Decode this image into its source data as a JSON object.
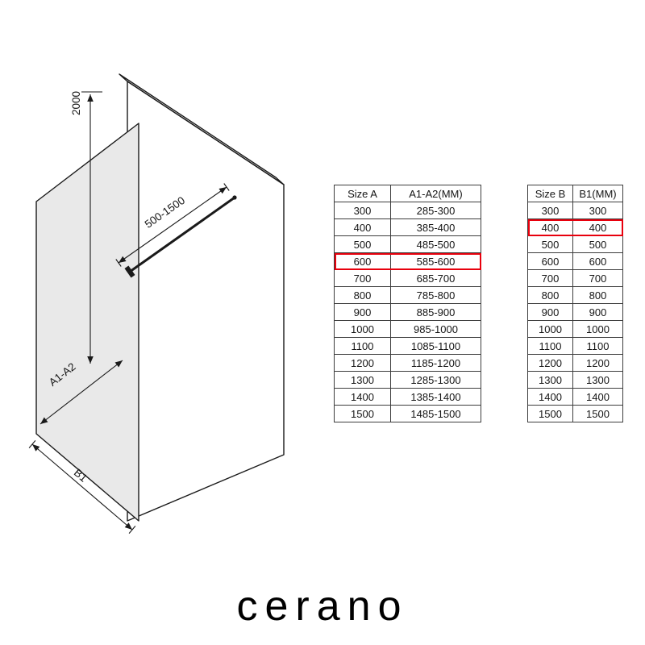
{
  "diagram": {
    "labels": {
      "height": "2000",
      "bar_length_range": "500-1500",
      "glass_width": "A1-A2",
      "base_width": "B1"
    }
  },
  "table_a": {
    "headers": [
      "Size  A",
      "A1-A2(MM)"
    ],
    "rows": [
      [
        "300",
        "285-300"
      ],
      [
        "400",
        "385-400"
      ],
      [
        "500",
        "485-500"
      ],
      [
        "600",
        "585-600"
      ],
      [
        "700",
        "685-700"
      ],
      [
        "800",
        "785-800"
      ],
      [
        "900",
        "885-900"
      ],
      [
        "1000",
        "985-1000"
      ],
      [
        "1100",
        "1085-1100"
      ],
      [
        "1200",
        "1185-1200"
      ],
      [
        "1300",
        "1285-1300"
      ],
      [
        "1400",
        "1385-1400"
      ],
      [
        "1500",
        "1485-1500"
      ]
    ],
    "highlight_row_index": 3
  },
  "table_b": {
    "headers": [
      "Size  B",
      "B1(MM)"
    ],
    "rows": [
      [
        "300",
        "300"
      ],
      [
        "400",
        "400"
      ],
      [
        "500",
        "500"
      ],
      [
        "600",
        "600"
      ],
      [
        "700",
        "700"
      ],
      [
        "800",
        "800"
      ],
      [
        "900",
        "900"
      ],
      [
        "1000",
        "1000"
      ],
      [
        "1100",
        "1100"
      ],
      [
        "1200",
        "1200"
      ],
      [
        "1300",
        "1300"
      ],
      [
        "1400",
        "1400"
      ],
      [
        "1500",
        "1500"
      ]
    ],
    "highlight_row_index": 1
  },
  "brand": {
    "logo": "cerano"
  },
  "colors": {
    "highlight": "#e8000d",
    "glass-fill": "#e9e9e9",
    "line": "#1a1a1a"
  }
}
